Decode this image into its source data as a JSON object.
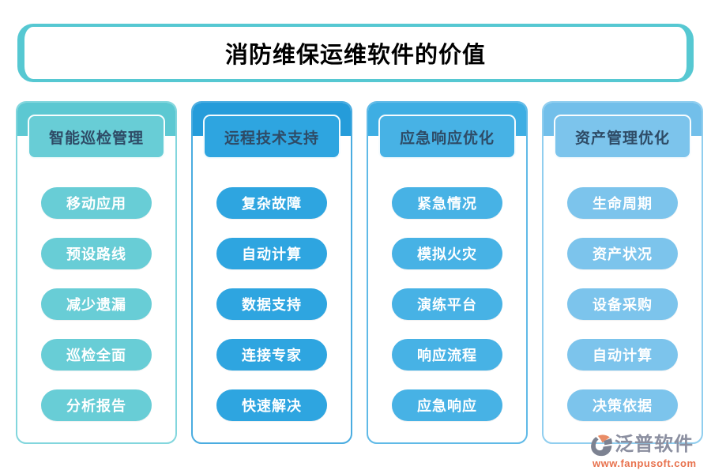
{
  "title": "消防维保运维软件的价值",
  "theme": {
    "title_border": "#56c8d2",
    "title_text": "#000000",
    "header_text": "#2e4b66",
    "pill_text": "#ffffff",
    "background": "#ffffff"
  },
  "columns": [
    {
      "header": "智能巡检管理",
      "items": [
        "移动应用",
        "预设路线",
        "减少遗漏",
        "巡检全面",
        "分析报告"
      ],
      "colors": {
        "band": "#5cc8d2",
        "pill": "#68cdd6",
        "border": "#82d6dd"
      }
    },
    {
      "header": "远程技术支持",
      "items": [
        "复杂故障",
        "自动计算",
        "数据支持",
        "连接专家",
        "快速解决"
      ],
      "colors": {
        "band": "#259cda",
        "pill": "#2ea5e0",
        "border": "#4aace0"
      }
    },
    {
      "header": "应急响应优化",
      "items": [
        "紧急情况",
        "模拟火灾",
        "演练平台",
        "响应流程",
        "应急响应"
      ],
      "colors": {
        "band": "#3eaee3",
        "pill": "#47b2e5",
        "border": "#60bae7"
      }
    },
    {
      "header": "资产管理优化",
      "items": [
        "生命周期",
        "资产状况",
        "设备采购",
        "自动计算",
        "决策依据"
      ],
      "colors": {
        "band": "#72bfea",
        "pill": "#7cc4ec",
        "border": "#90ceef"
      }
    }
  ],
  "logo": {
    "icon": "fanpu-swirl-icon",
    "name": "泛普软件",
    "url": "www.fanpusoft.com",
    "name_color": "#8b8fa0",
    "url_color": "#e8724e",
    "icon_gray": "#7c8291",
    "icon_orange": "#e98c66"
  }
}
